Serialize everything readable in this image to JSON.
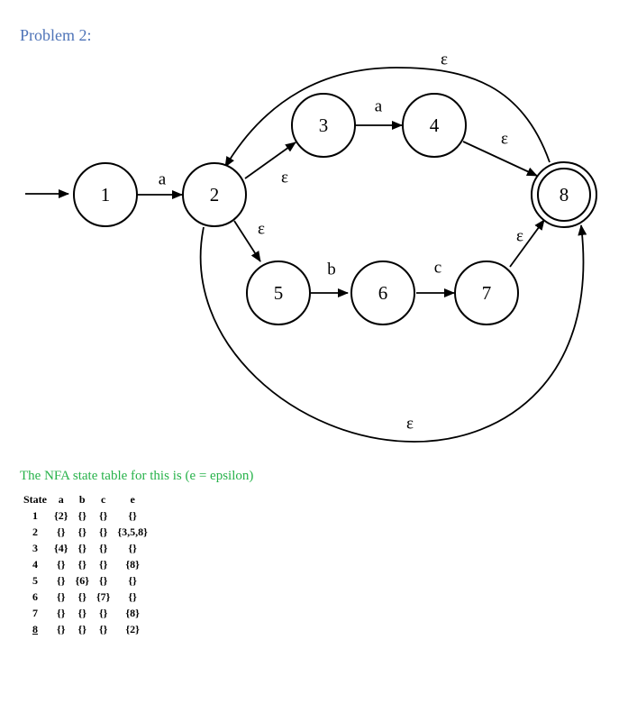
{
  "heading": "Problem 2:",
  "diagram": {
    "states": [
      "1",
      "2",
      "3",
      "4",
      "5",
      "6",
      "7",
      "8"
    ],
    "accepting_state": "8",
    "start_state": "1",
    "transitions": [
      {
        "from": "1",
        "to": "2",
        "label": "a"
      },
      {
        "from": "2",
        "to": "3",
        "label": "ε"
      },
      {
        "from": "3",
        "to": "4",
        "label": "a"
      },
      {
        "from": "4",
        "to": "8",
        "label": "ε"
      },
      {
        "from": "2",
        "to": "5",
        "label": "ε"
      },
      {
        "from": "5",
        "to": "6",
        "label": "b"
      },
      {
        "from": "6",
        "to": "7",
        "label": "c"
      },
      {
        "from": "7",
        "to": "8",
        "label": "ε"
      },
      {
        "from": "8",
        "to": "2",
        "label": "ε"
      },
      {
        "from": "2",
        "to": "8",
        "label": "ε"
      }
    ]
  },
  "caption": "The NFA state table for this is (e = epsilon)",
  "table": {
    "headers": [
      "State",
      "a",
      "b",
      "c",
      "e"
    ],
    "rows": [
      [
        "1",
        "{2}",
        "{}",
        "{}",
        "{}"
      ],
      [
        "2",
        "{}",
        "{}",
        "{}",
        "{3,5,8}"
      ],
      [
        "3",
        "{4}",
        "{}",
        "{}",
        "{}"
      ],
      [
        "4",
        "{}",
        "{}",
        "{}",
        "{8}"
      ],
      [
        "5",
        "{}",
        "{6}",
        "{}",
        "{}"
      ],
      [
        "6",
        "{}",
        "{}",
        "{7}",
        "{}"
      ],
      [
        "7",
        "{}",
        "{}",
        "{}",
        "{8}"
      ],
      [
        "8",
        "{}",
        "{}",
        "{}",
        "{2}"
      ]
    ]
  }
}
